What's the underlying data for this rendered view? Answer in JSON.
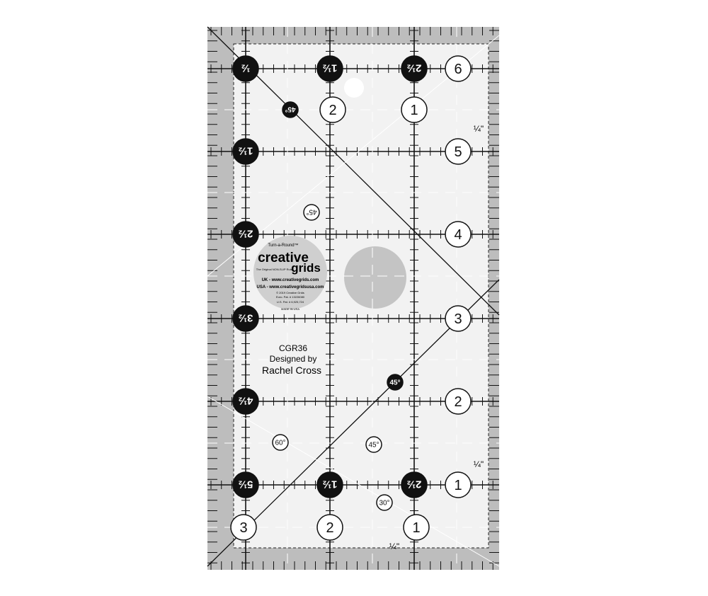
{
  "product": {
    "model": "CGR36",
    "designed_by": "Designed by",
    "designer": "Rachel Cross"
  },
  "logo": {
    "tagline_top": "Turn-a-Round™",
    "brand_1": "creative",
    "brand_2": "grids",
    "subtitle": "The Original NON-SLIP Ruler",
    "uk_url": "UK - www.creativegrids.com",
    "usa_url": "USA - www.creativegridsusa.com",
    "copyright": "© 2019 Creative Grids",
    "euro_pat": "Euro. Pat. # 13226080",
    "us_pat": "U.S. Pat. # 6,925,724",
    "made_in": "MADE IN USA"
  },
  "labels": {
    "left_half": [
      "½",
      "1½",
      "2½",
      "3½",
      "4½",
      "5½"
    ],
    "top_black": [
      "1½",
      "2½"
    ],
    "bottom_black": [
      "1½",
      "2½"
    ],
    "right_inches": [
      "6",
      "5",
      "4",
      "3",
      "2",
      "1"
    ],
    "row2": [
      "2",
      "1"
    ],
    "bottom_row": [
      "3",
      "2",
      "1"
    ],
    "angles": [
      "45°",
      "45°",
      "45°",
      "60°",
      "45°",
      "30°"
    ],
    "quarter": "¼\""
  },
  "colors": {
    "ruler_gray": "#bdbdbd",
    "ink": "#111111",
    "clear": "#f2f2f2"
  }
}
